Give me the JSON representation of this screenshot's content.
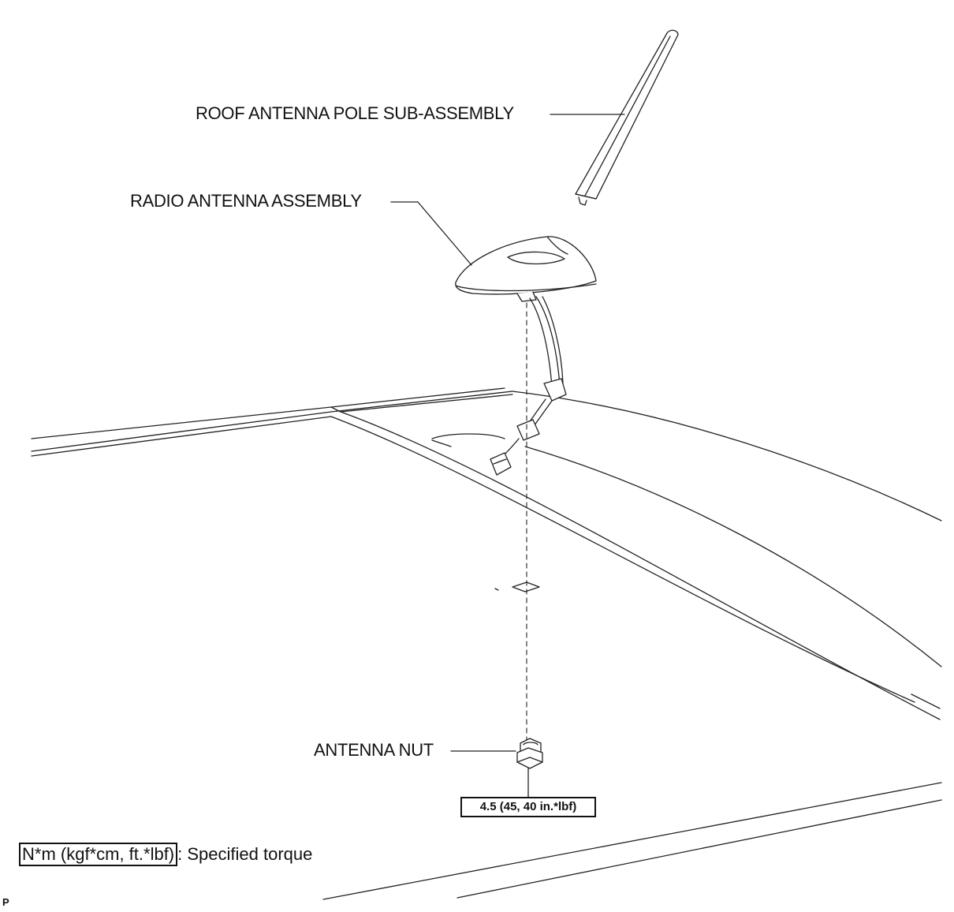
{
  "labels": {
    "pole": "ROOF ANTENNA POLE SUB-ASSEMBLY",
    "radio": "RADIO ANTENNA ASSEMBLY",
    "nut": "ANTENNA NUT"
  },
  "torque": {
    "value": "4.5 (45, 40 in.*lbf)"
  },
  "legend": {
    "unit": "N*m (kgf*cm, ft.*lbf)",
    "description": ": Specified torque"
  },
  "corner_mark": "P"
}
